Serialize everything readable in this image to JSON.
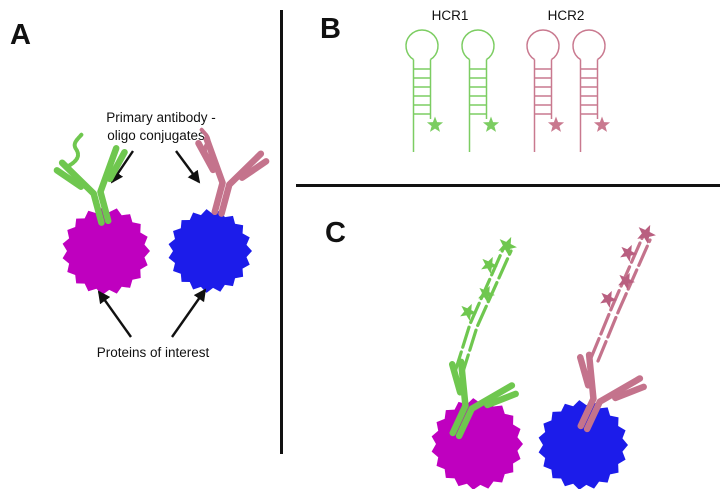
{
  "figure": {
    "panels": {
      "a": {
        "label": "A",
        "annotation_top_line1": "Primary antibody -",
        "annotation_top_line2": "oligo conjugates",
        "annotation_bottom": "Proteins of interest"
      },
      "b": {
        "label": "B",
        "group1_label": "HCR1",
        "group2_label": "HCR2"
      },
      "c": {
        "label": "C"
      }
    },
    "colors": {
      "green": "#6fc74f",
      "green_line": "#7ccd62",
      "pink": "#c4738c",
      "pink_line": "#c9798f",
      "pink_star": "#b95f80",
      "magenta": "#bf00bf",
      "blue": "#1c1cea",
      "ink": "#111111"
    }
  }
}
